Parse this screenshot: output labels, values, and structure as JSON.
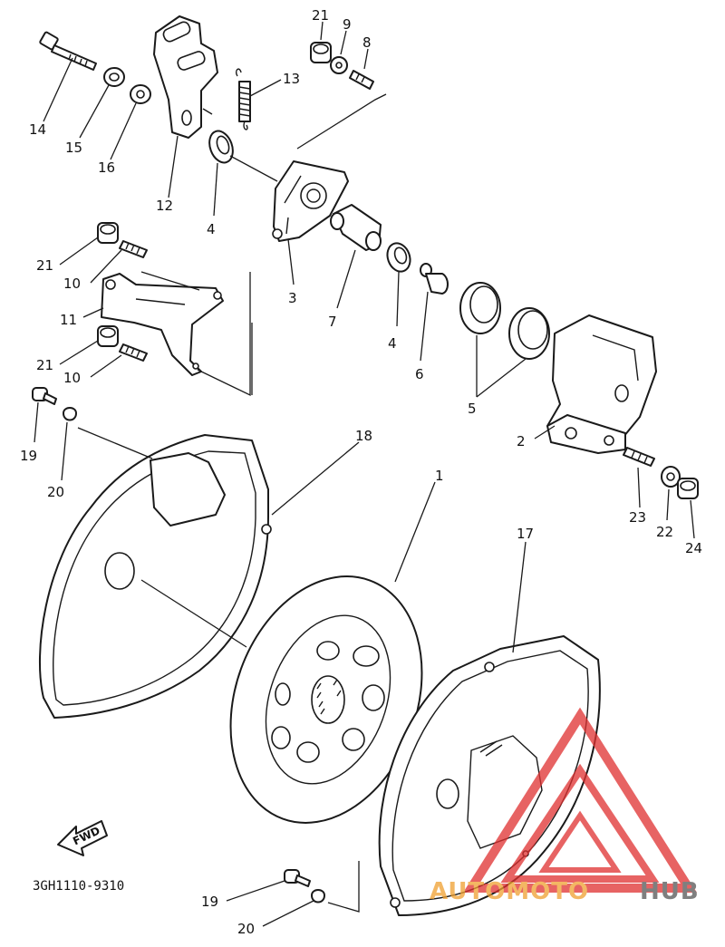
{
  "callouts": [
    {
      "id": "p21a",
      "text": "21"
    },
    {
      "id": "p9",
      "text": "9"
    },
    {
      "id": "p8",
      "text": "8"
    },
    {
      "id": "p13",
      "text": "13"
    },
    {
      "id": "p14",
      "text": "14"
    },
    {
      "id": "p15",
      "text": "15"
    },
    {
      "id": "p16",
      "text": "16"
    },
    {
      "id": "p12",
      "text": "12"
    },
    {
      "id": "p4a",
      "text": "4"
    },
    {
      "id": "p3",
      "text": "3"
    },
    {
      "id": "p7",
      "text": "7"
    },
    {
      "id": "p4b",
      "text": "4"
    },
    {
      "id": "p6",
      "text": "6"
    },
    {
      "id": "p5",
      "text": "5"
    },
    {
      "id": "p2",
      "text": "2"
    },
    {
      "id": "p21b",
      "text": "21"
    },
    {
      "id": "p10a",
      "text": "10"
    },
    {
      "id": "p11",
      "text": "11"
    },
    {
      "id": "p21c",
      "text": "21"
    },
    {
      "id": "p10b",
      "text": "10"
    },
    {
      "id": "p19a",
      "text": "19"
    },
    {
      "id": "p20a",
      "text": "20"
    },
    {
      "id": "p18",
      "text": "18"
    },
    {
      "id": "p1",
      "text": "1"
    },
    {
      "id": "p17",
      "text": "17"
    },
    {
      "id": "p23",
      "text": "23"
    },
    {
      "id": "p22",
      "text": "22"
    },
    {
      "id": "p24",
      "text": "24"
    },
    {
      "id": "p19b",
      "text": "19"
    },
    {
      "id": "p20b",
      "text": "20"
    }
  ],
  "diagram_code": "3GH1110-9310",
  "fwd_label": "FWD",
  "watermark": {
    "part1": "AUTOMOTO",
    "part2": "HUB",
    "color1": "#f0a030",
    "color2": "#555555",
    "logo_color": "#e03030"
  }
}
